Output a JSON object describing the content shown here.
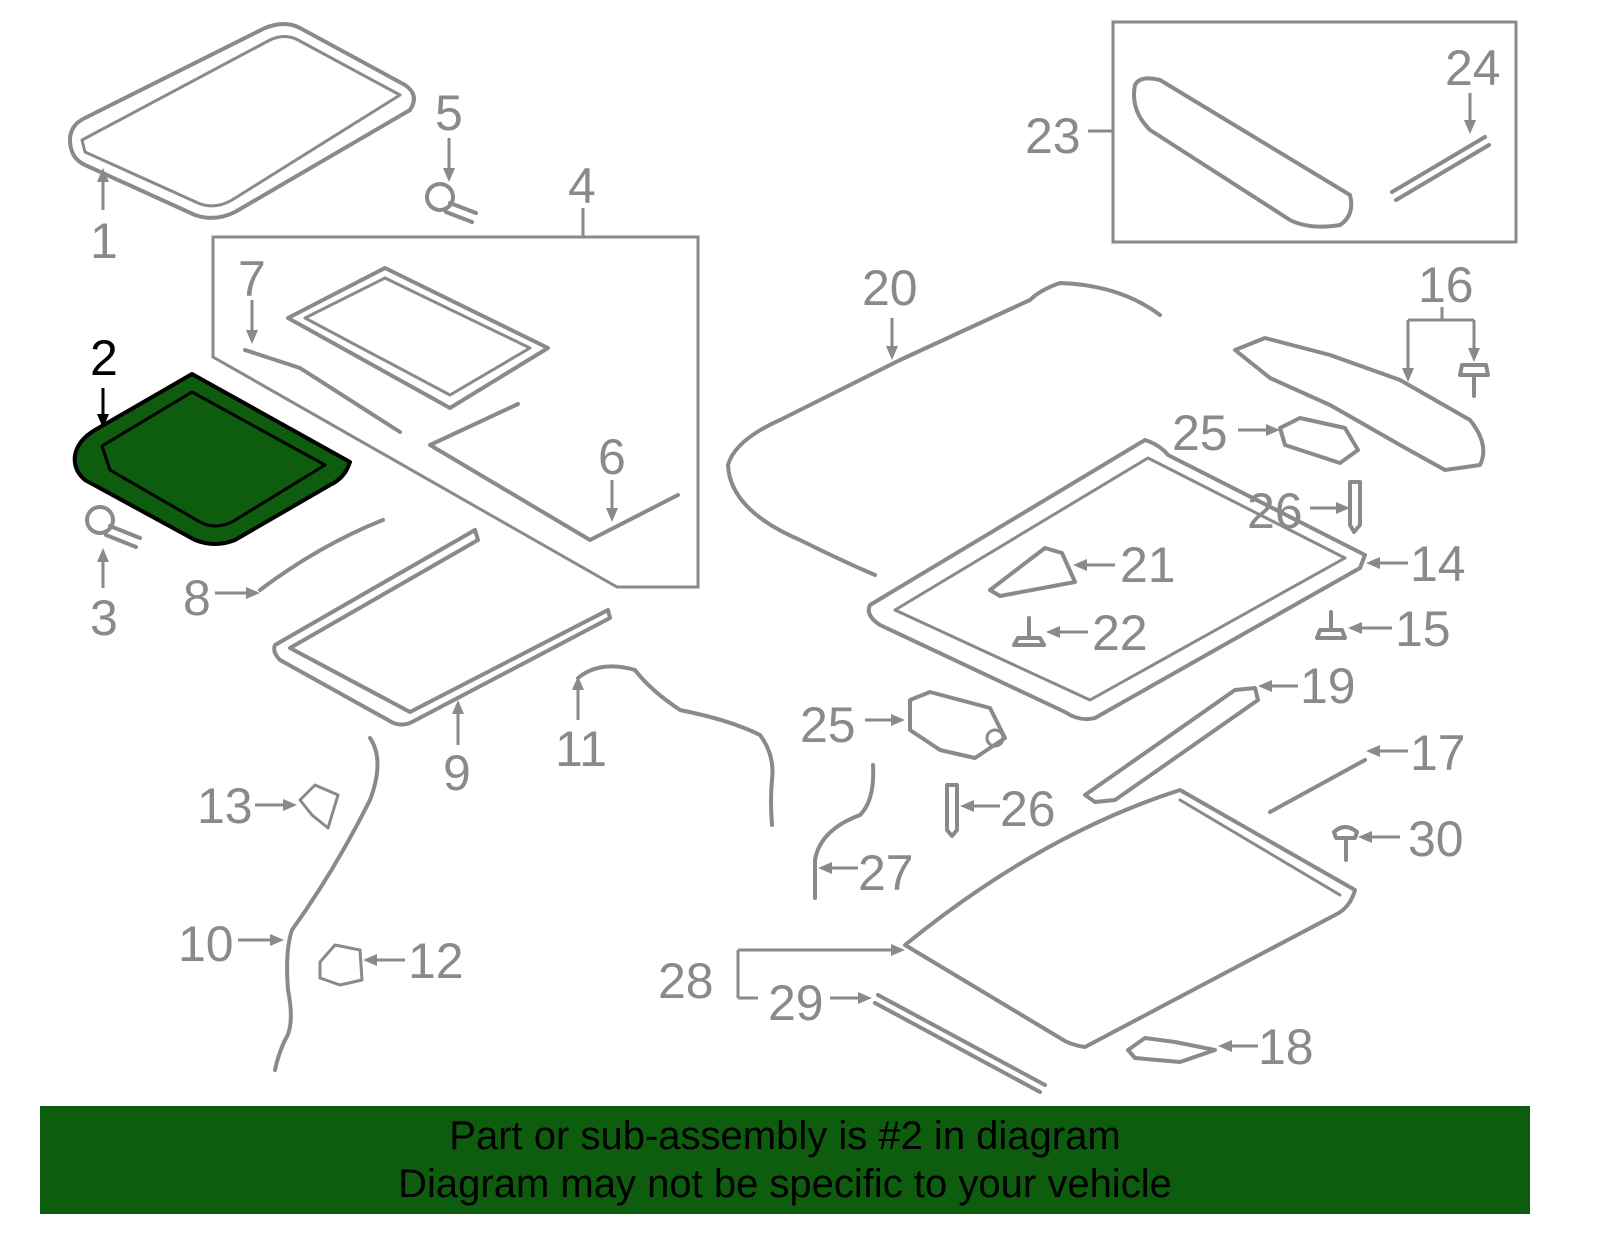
{
  "callouts": {
    "c1": "1",
    "c2": "2",
    "c3": "3",
    "c4": "4",
    "c5": "5",
    "c6": "6",
    "c7": "7",
    "c8": "8",
    "c9": "9",
    "c10": "10",
    "c11": "11",
    "c12": "12",
    "c13": "13",
    "c14": "14",
    "c15": "15",
    "c16": "16",
    "c17": "17",
    "c18": "18",
    "c19": "19",
    "c20": "20",
    "c21": "21",
    "c22": "22",
    "c23": "23",
    "c24": "24",
    "c25a": "25",
    "c25b": "25",
    "c26a": "26",
    "c26b": "26",
    "c27": "27",
    "c28": "28",
    "c29": "29",
    "c30": "30"
  },
  "highlighted_part": "2",
  "colors": {
    "highlight": "#0e5c0e",
    "line": "#8a8a8a",
    "text_active": "#000000"
  },
  "banner": {
    "line1": "Part or sub-assembly is #2 in diagram",
    "line2": "Diagram may not be specific to your vehicle"
  }
}
